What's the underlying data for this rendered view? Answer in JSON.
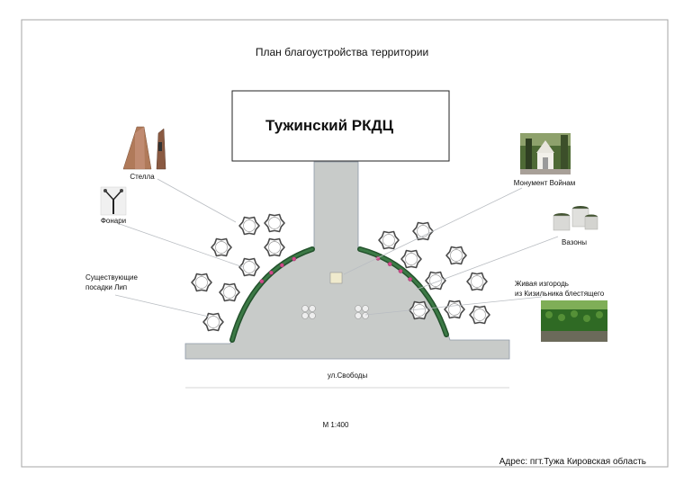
{
  "title": "План благоустройства территории",
  "building_label": "Тужинский РКДЦ",
  "labels": {
    "stella": "Стелла",
    "lamps": "Фонари",
    "trees": [
      "Существующие",
      "посадки Лип"
    ],
    "monument": "Монумент Войнам",
    "vases": "Вазоны",
    "hedge": [
      "Живая изгородь",
      "из Кизильника блестящего"
    ]
  },
  "street": "ул.Свободы",
  "scale": "М 1:400",
  "address": "Адрес: пгт.Тужа Кировская область",
  "colors": {
    "paving": "#c9ccca",
    "hedge": "#2f6b3a",
    "tree": "#555555",
    "leader": "#b8bcc0",
    "frame": "#9a9a9a",
    "flower": "#d14a8b"
  },
  "icons": {
    "stella": "stella-photo-icon",
    "lamps": "street-lamp-icon",
    "monument": "monument-photo-icon",
    "vases": "planter-vase-icon",
    "hedge": "hedge-photo-icon",
    "tree": "linden-tree-icon",
    "bench": "bench-icon"
  }
}
